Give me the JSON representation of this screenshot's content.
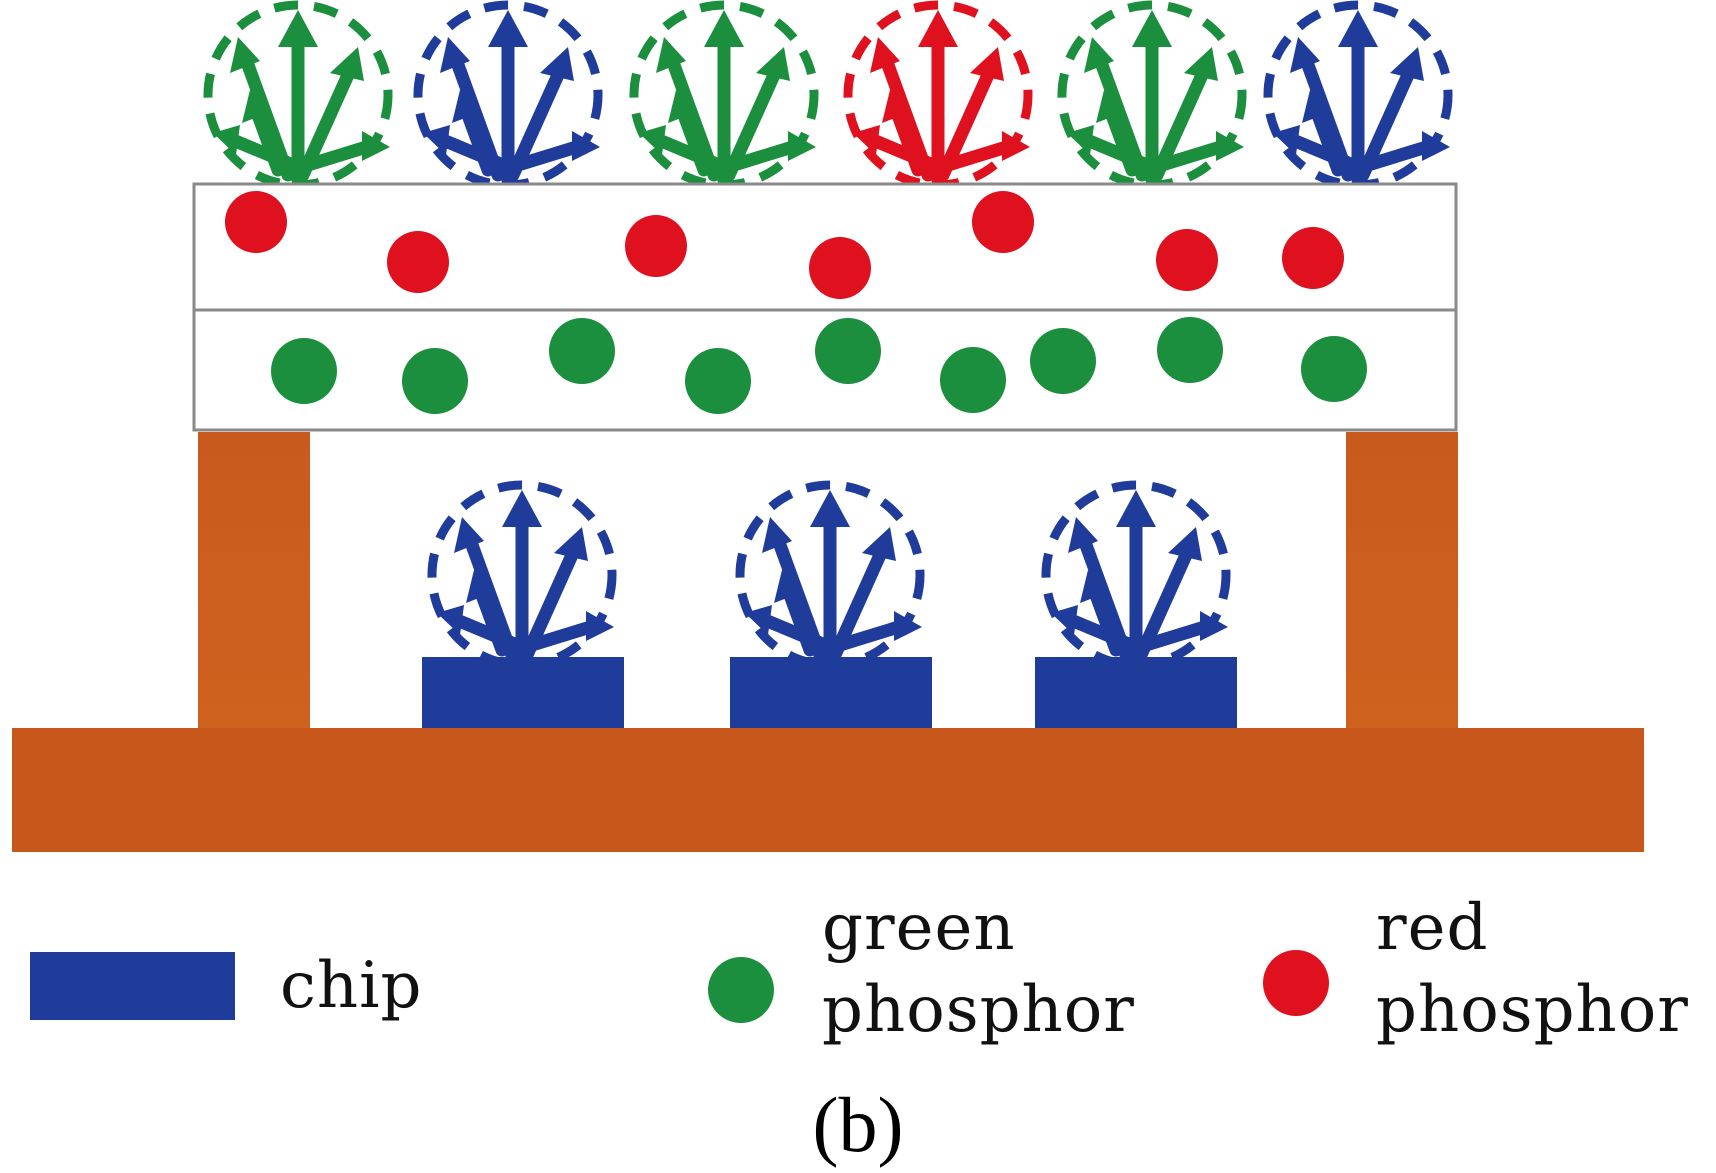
{
  "colors": {
    "board": "#c8571c",
    "board_dark": "#a84410",
    "chip_blue": "#1f3c9a",
    "green_phosphor": "#1b8f3d",
    "red_phosphor": "#e0111f",
    "film_border": "#8a8a8a"
  },
  "legend": {
    "chip_label": "chip",
    "green_label_1": "green",
    "green_label_2": "phosphor",
    "red_label_1": "red",
    "red_label_2": "phosphor"
  },
  "panel_label": "(b)",
  "top_emitters": [
    "green",
    "blue",
    "green",
    "red",
    "green",
    "blue"
  ],
  "chip_emitter_color": "blue"
}
